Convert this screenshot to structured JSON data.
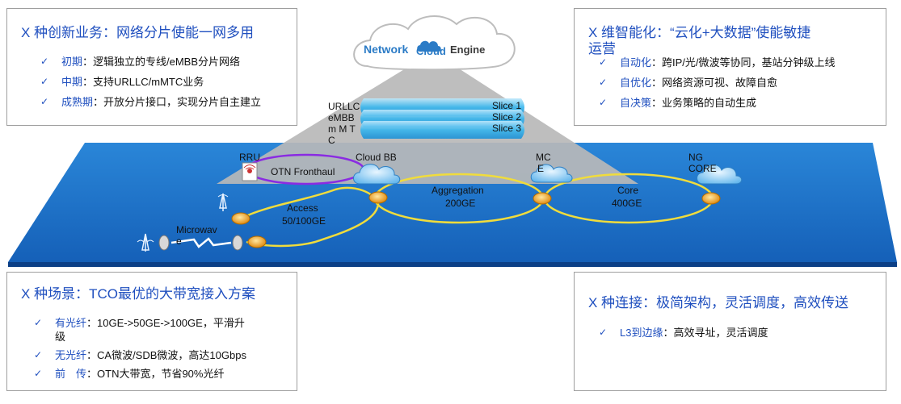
{
  "top_left": {
    "title": "X 种创新业务：网络分片使能一网多用",
    "items": [
      {
        "label": "初期",
        "text": "：逻辑独立的专线/eMBB分片网络"
      },
      {
        "label": "中期",
        "text": "：支持URLLC/mMTC业务"
      },
      {
        "label": "成熟期",
        "text": "：开放分片接口，实现分片自主建立"
      }
    ]
  },
  "top_right": {
    "title_line1": "X 维智能化：“云化+大数据”使能敏捷",
    "title_line2": "运营",
    "items": [
      {
        "label": "自动化",
        "text": "：跨IP/光/微波等协同，基站分钟级上线"
      },
      {
        "label": "自优化",
        "text": "：网络资源可视、故障自愈"
      },
      {
        "label": "自决策",
        "text": "：业务策略的自动生成"
      }
    ]
  },
  "bottom_left": {
    "title": "X 种场景：TCO最优的大带宽接入方案",
    "items": [
      {
        "label": "有光纤",
        "text": "：10GE->50GE->100GE，平滑升",
        "text2": "级"
      },
      {
        "label": "无光纤",
        "text": "：CA微波/SDB微波，高达10Gbps"
      },
      {
        "label": "前　传",
        "text": "：OTN大带宽，节省90%光纤"
      }
    ]
  },
  "bottom_right": {
    "title": "X 种连接：极简架构，灵活调度，高效传送",
    "items": [
      {
        "label": "L3到边缘",
        "text": "：高效寻址，灵活调度"
      }
    ]
  },
  "diagram": {
    "cloud_engine": {
      "word1": "Network",
      "word2": "Cloud",
      "word3": "Engine"
    },
    "slice_types": [
      "URLLC",
      "eMBB",
      "m M T",
      "C"
    ],
    "slices": [
      "Slice 1",
      "Slice 2",
      "Slice 3"
    ],
    "rru": "RRU",
    "otn": "OTN Fronthaul",
    "cloud_bb": "Cloud BB",
    "mce": [
      "MC",
      "E"
    ],
    "ng_core": [
      "NG",
      "CORE"
    ],
    "access": [
      "Access",
      "50/100GE"
    ],
    "aggregation": [
      "Aggregation",
      "200GE"
    ],
    "core": [
      "Core",
      "400GE"
    ],
    "microwave": [
      "Microwav",
      "e"
    ]
  },
  "colors": {
    "accent": "#1f4fbf",
    "platform": "#1a6ec7",
    "ring": "#f0dc3c"
  }
}
